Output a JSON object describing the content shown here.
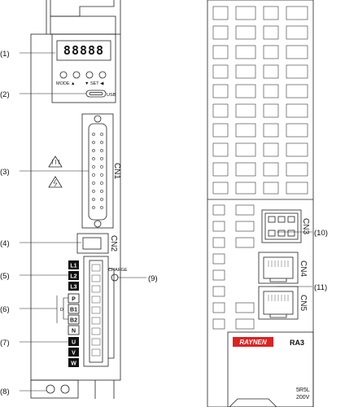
{
  "callouts": [
    "(1)",
    "(2)",
    "(3)",
    "(4)",
    "(5)",
    "(6)",
    "(7)",
    "(8)",
    "(9)",
    "(10)",
    "(11)"
  ],
  "display": {
    "digits": "88888"
  },
  "keys": {
    "mode": "MODE ▲",
    "set": "▼  SET ◀",
    "usb": "USB"
  },
  "connectors": {
    "cn1": "CN1",
    "cn2": "CN2",
    "cn3": "CN3",
    "cn4": "CN4",
    "cn5": "CN5"
  },
  "charge": "CHARGE",
  "power_terminals": [
    "L1",
    "L2",
    "L3"
  ],
  "brake_terminals": [
    "P",
    "B1",
    "B2",
    "N"
  ],
  "brake_mark": "D",
  "motor_terminals": [
    "U",
    "V",
    "W"
  ],
  "brand": {
    "logo": "RAYNEN",
    "model": "RA3",
    "rating_line1": "5R5L",
    "rating_line2": "200V"
  }
}
